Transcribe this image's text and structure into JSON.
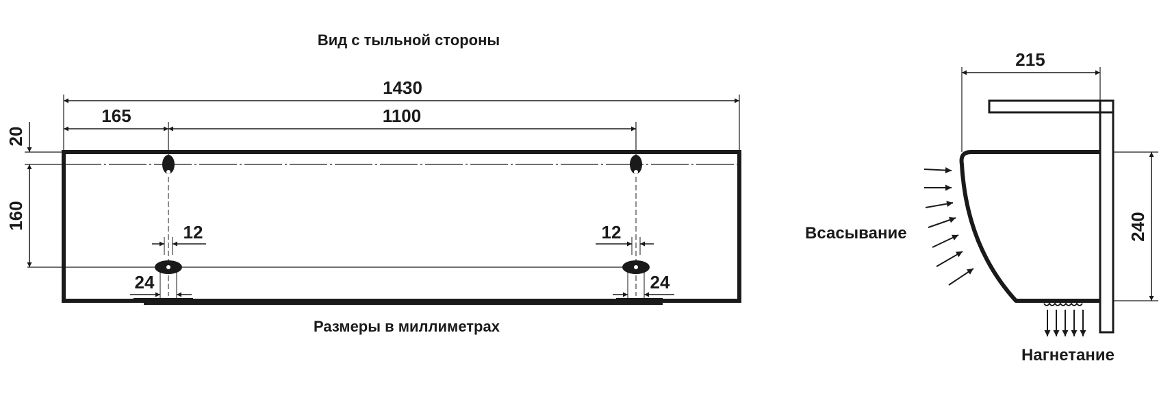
{
  "colors": {
    "ink": "#1a1a1a",
    "background": "#ffffff"
  },
  "back_view": {
    "title": "Вид с тыльной стороны",
    "caption": "Размеры в миллиметрах",
    "dimensions": {
      "total_width": "1430",
      "left_offset": "165",
      "hole_spacing": "1100",
      "top_offset": "20",
      "vertical_spacing": "160",
      "slot_left_12": "12",
      "slot_right_12": "12",
      "slot_left_24": "24",
      "slot_right_24": "24"
    }
  },
  "side_view": {
    "depth": "215",
    "height": "240",
    "intake_label": "Всасывание",
    "outlet_label": "Нагнетание"
  }
}
